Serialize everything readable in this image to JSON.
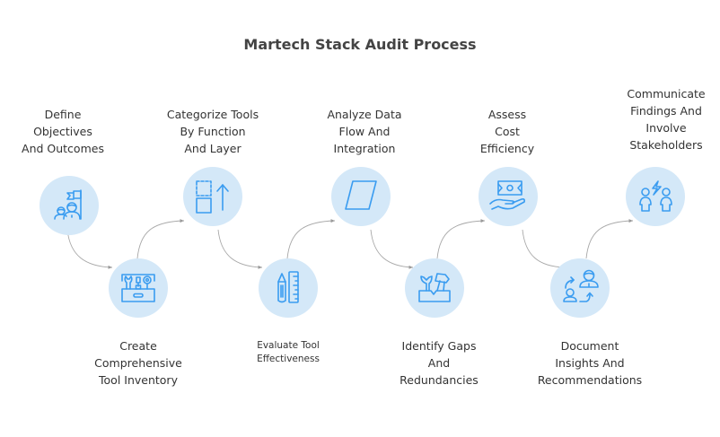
{
  "title": "Martech Stack Audit Process",
  "colors": {
    "circle_fill": "#d4e8f8",
    "icon_stroke": "#3a9cf0",
    "connector": "#9a9a9a",
    "title_text": "#444444",
    "label_text": "#333333"
  },
  "steps": [
    {
      "step": 1,
      "label_lines": [
        "Define",
        "Objectives",
        "And Outcomes"
      ],
      "icon": "team-flag-icon",
      "row": "top"
    },
    {
      "step": 2,
      "label_lines": [
        "Create",
        "Comprehensive",
        "Tool Inventory"
      ],
      "icon": "toolbox-icon",
      "row": "bottom"
    },
    {
      "step": 3,
      "label_lines": [
        "Categorize Tools",
        "By Function",
        "And Layer"
      ],
      "icon": "categorize-squares-arrow-icon",
      "row": "top"
    },
    {
      "step": 4,
      "label_lines": [
        "Evaluate Tool",
        "Effectiveness"
      ],
      "icon": "pencil-ruler-icon",
      "row": "bottom"
    },
    {
      "step": 5,
      "label_lines": [
        "Analyze Data",
        "Flow And",
        "Integration"
      ],
      "icon": "parallelogram-icon",
      "row": "top"
    },
    {
      "step": 6,
      "label_lines": [
        "Identify Gaps",
        "And",
        "Redundancies"
      ],
      "icon": "wrench-hammer-box-icon",
      "row": "bottom"
    },
    {
      "step": 7,
      "label_lines": [
        "Assess",
        "Cost",
        "Efficiency"
      ],
      "icon": "money-hand-icon",
      "row": "top"
    },
    {
      "step": 8,
      "label_lines": [
        "Document",
        "Insights And",
        "Recommendations"
      ],
      "icon": "people-exchange-icon",
      "row": "bottom"
    },
    {
      "step": 9,
      "label_lines": [
        "Communicate",
        "Findings And",
        "Involve",
        "Stakeholders"
      ],
      "icon": "people-lightning-icon",
      "row": "top"
    }
  ]
}
